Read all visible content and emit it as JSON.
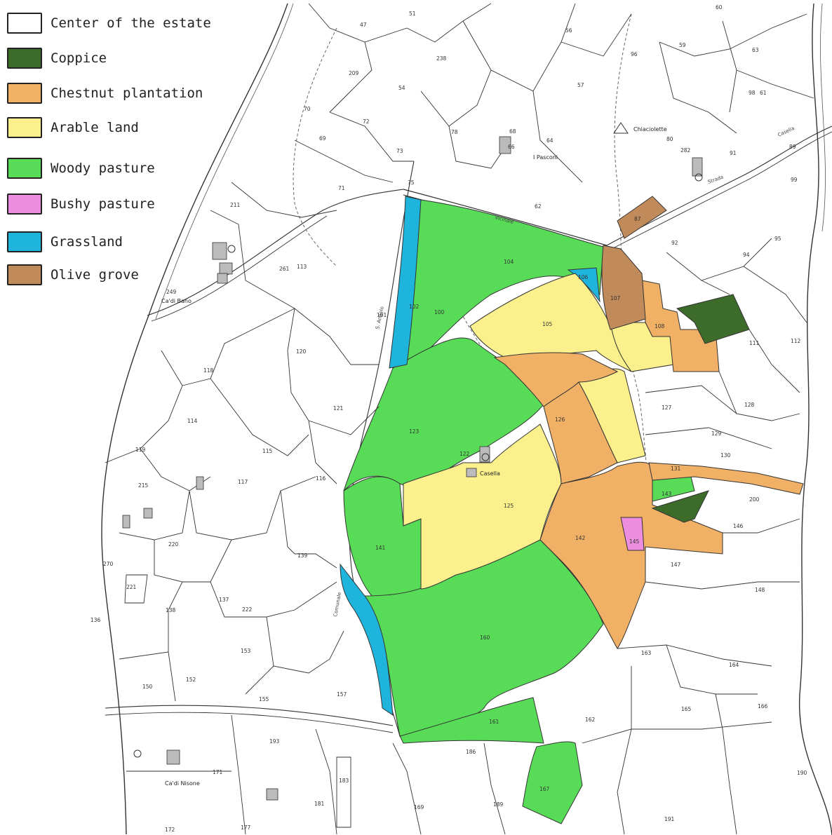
{
  "legend": {
    "items": [
      {
        "label": "Center of the estate",
        "color": "#ffffff"
      },
      {
        "label": "Coppice",
        "color": "#3d6b2a"
      },
      {
        "label": "Chestnut plantation",
        "color": "#f0b066"
      },
      {
        "label": "Arable land",
        "color": "#fbf08c"
      },
      {
        "label": "Woody pasture",
        "color": "#58dc58"
      },
      {
        "label": "Bushy pasture",
        "color": "#ec8de0"
      },
      {
        "label": "Grassland",
        "color": "#1eb4dc"
      },
      {
        "label": "Olive grove",
        "color": "#c08a5a"
      }
    ]
  },
  "places": {
    "chiaciolette": "Chiaciolette",
    "pasconi": "I Pasconi",
    "casella": "Casella",
    "ca_di_bano": "Ca'di Bano",
    "ca_di_nisone": "Ca'di Nisone",
    "s_angelo": "S. Angelo"
  },
  "roads": {
    "s_angelo": "S. Angelo",
    "vicinale": "Vicinale",
    "comunale": "Comunale",
    "strada": "Strada",
    "casella": "Casella"
  },
  "parcels": {
    "p104": "104",
    "p100": "100",
    "p101": "101",
    "p102": "102",
    "p105": "105",
    "p106": "106",
    "p107": "107",
    "p108": "108",
    "p111": "111",
    "p112": "112",
    "p120": "120",
    "p121": "121",
    "p122": "122",
    "p123": "123",
    "p125": "125",
    "p126": "126",
    "p127": "127",
    "p128": "128",
    "p129": "129",
    "p130": "130",
    "p131": "131",
    "p136": "136",
    "p137": "137",
    "p138": "138",
    "p139": "139",
    "p141": "141",
    "p142": "142",
    "p143": "143",
    "p145": "145",
    "p146": "146",
    "p147": "147",
    "p148": "148",
    "p150": "150",
    "p152": "152",
    "p153": "153",
    "p155": "155",
    "p157": "157",
    "p160": "160",
    "p161": "161",
    "p162": "162",
    "p163": "163",
    "p164": "164",
    "p165": "165",
    "p166": "166",
    "p167": "167",
    "p115": "115",
    "p116": "116",
    "p117": "117",
    "p118": "118",
    "p119": "119",
    "p113": "113",
    "p114": "114",
    "p73": "73",
    "p72": "72",
    "p71": "71",
    "p64": "64",
    "p62": "62",
    "p57": "57",
    "p56": "56",
    "p54": "54",
    "p59": "59",
    "p60": "60",
    "p61": "61",
    "p63": "63",
    "p66": "66",
    "p68": "68",
    "p69": "69",
    "p70": "70",
    "p75": "75",
    "p78": "78",
    "p80": "80",
    "p87": "87",
    "p89": "89",
    "p91": "91",
    "p92": "92",
    "p94": "94",
    "p95": "95",
    "p96": "96",
    "p98": "98",
    "p99": "99",
    "p169": "169",
    "p171": "171",
    "p172": "172",
    "p177": "177",
    "p181": "181",
    "p183": "183",
    "p186": "186",
    "p189": "189",
    "p190": "190",
    "p191": "191",
    "p193": "193",
    "p200": "200",
    "p209": "209",
    "p211": "211",
    "p215": "215",
    "p220": "220",
    "p221": "221",
    "p222": "222",
    "p238": "238",
    "p249": "249",
    "p261": "261",
    "p270": "270",
    "p282": "282",
    "p51": "51",
    "p47": "47"
  }
}
